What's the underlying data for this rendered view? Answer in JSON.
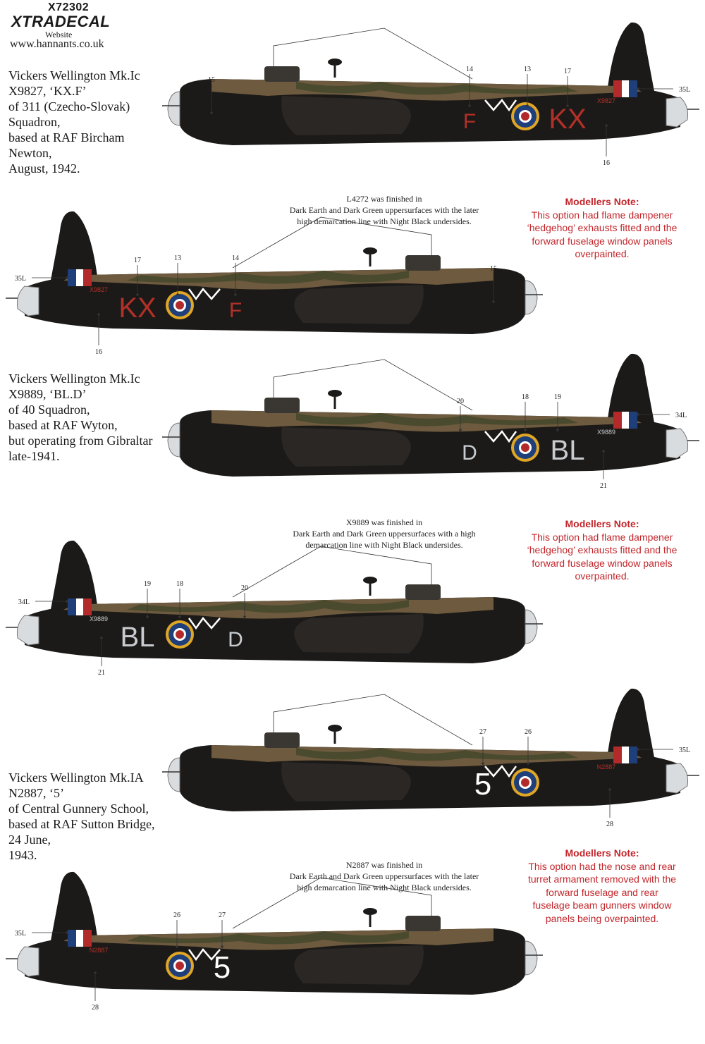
{
  "header": {
    "product_code": "X72302",
    "brand": "XTRADECAL",
    "website_label": "Website",
    "website_url": "www.hannants.co.uk"
  },
  "captions": [
    {
      "lines": [
        "Vickers Wellington Mk.Ic",
        "X9827, ‘KX.F’",
        "of 311 (Czecho-Slovak)",
        "Squadron,",
        "based at RAF Bircham",
        "Newton,",
        "August, 1942."
      ]
    },
    {
      "lines": [
        "Vickers Wellington Mk.Ic",
        "X9889, ‘BL.D’",
        "of 40 Squadron,",
        "based at RAF Wyton,",
        "but operating from Gibraltar",
        "late-1941."
      ]
    },
    {
      "lines": [
        "Vickers Wellington Mk.IA",
        "N2887, ‘5’",
        "of Central Gunnery School,",
        "based at RAF Sutton Bridge,",
        "24 June,",
        "1943."
      ]
    }
  ],
  "finish_notes": [
    {
      "lines": [
        "L4272 was finished in",
        "Dark Earth and Dark Green uppersurfaces with the later",
        "high demarcation line with Night Black undersides."
      ]
    },
    {
      "lines": [
        "X9889 was finished in",
        "Dark Earth and Dark Green uppersurfaces with a high",
        "demarcation line with Night Black undersides."
      ]
    },
    {
      "lines": [
        "N2887 was finished in",
        "Dark Earth and Dark Green uppersurfaces with the later",
        "high demarcation line with Night Black undersides."
      ]
    }
  ],
  "modellers_notes": [
    {
      "title": "Modellers Note:",
      "lines": [
        "This option had flame dampener",
        "‘hedgehog’ exhausts fitted and the",
        "forward fuselage window panels",
        "overpainted."
      ]
    },
    {
      "title": "Modellers Note:",
      "lines": [
        "This option had flame dampener",
        "‘hedgehog’ exhausts fitted and the",
        "forward fuselage window panels",
        "overpainted."
      ]
    },
    {
      "title": "Modellers Note:",
      "lines": [
        "This option had the nose and rear",
        "turret armament removed with the",
        "forward fuselage and rear",
        "fuselage beam gunners window",
        "panels being overpainted."
      ]
    }
  ],
  "colors": {
    "night_black": "#1c1a18",
    "dark_earth": "#6e5a3e",
    "dark_green": "#4a4a2e",
    "roundel_yellow": "#e0a625",
    "roundel_blue": "#1f3f7a",
    "roundel_red": "#b22a2a",
    "code_red": "#b23027",
    "code_grey": "#c8ccd0",
    "code_white": "#ffffff",
    "note_red": "#c2262b"
  },
  "profiles": [
    {
      "side": "left",
      "code_letters": "KX",
      "individual_letter": "F",
      "serial": "X9827",
      "code_color": "red",
      "callouts": [
        "15",
        "14",
        "13",
        "17",
        "35L",
        "16"
      ]
    },
    {
      "side": "right",
      "code_letters": "KX",
      "individual_letter": "F",
      "serial": "X9827",
      "code_color": "red",
      "callouts": [
        "35L",
        "17",
        "13",
        "14",
        "15",
        "16"
      ]
    },
    {
      "side": "left",
      "code_letters": "BL",
      "individual_letter": "D",
      "serial": "X9889",
      "code_color": "grey",
      "callouts": [
        "20",
        "18",
        "19",
        "34L",
        "21"
      ]
    },
    {
      "side": "right",
      "code_letters": "BL",
      "individual_letter": "D",
      "serial": "X9889",
      "code_color": "grey",
      "callouts": [
        "34L",
        "19",
        "18",
        "20",
        "21"
      ]
    },
    {
      "side": "left",
      "code_letters": "",
      "individual_letter": "5",
      "serial": "N2887",
      "code_color": "white",
      "callouts": [
        "27",
        "26",
        "35L",
        "28"
      ]
    },
    {
      "side": "right",
      "code_letters": "",
      "individual_letter": "5",
      "serial": "N2887",
      "code_color": "white",
      "callouts": [
        "35L",
        "26",
        "27",
        "28"
      ]
    }
  ]
}
